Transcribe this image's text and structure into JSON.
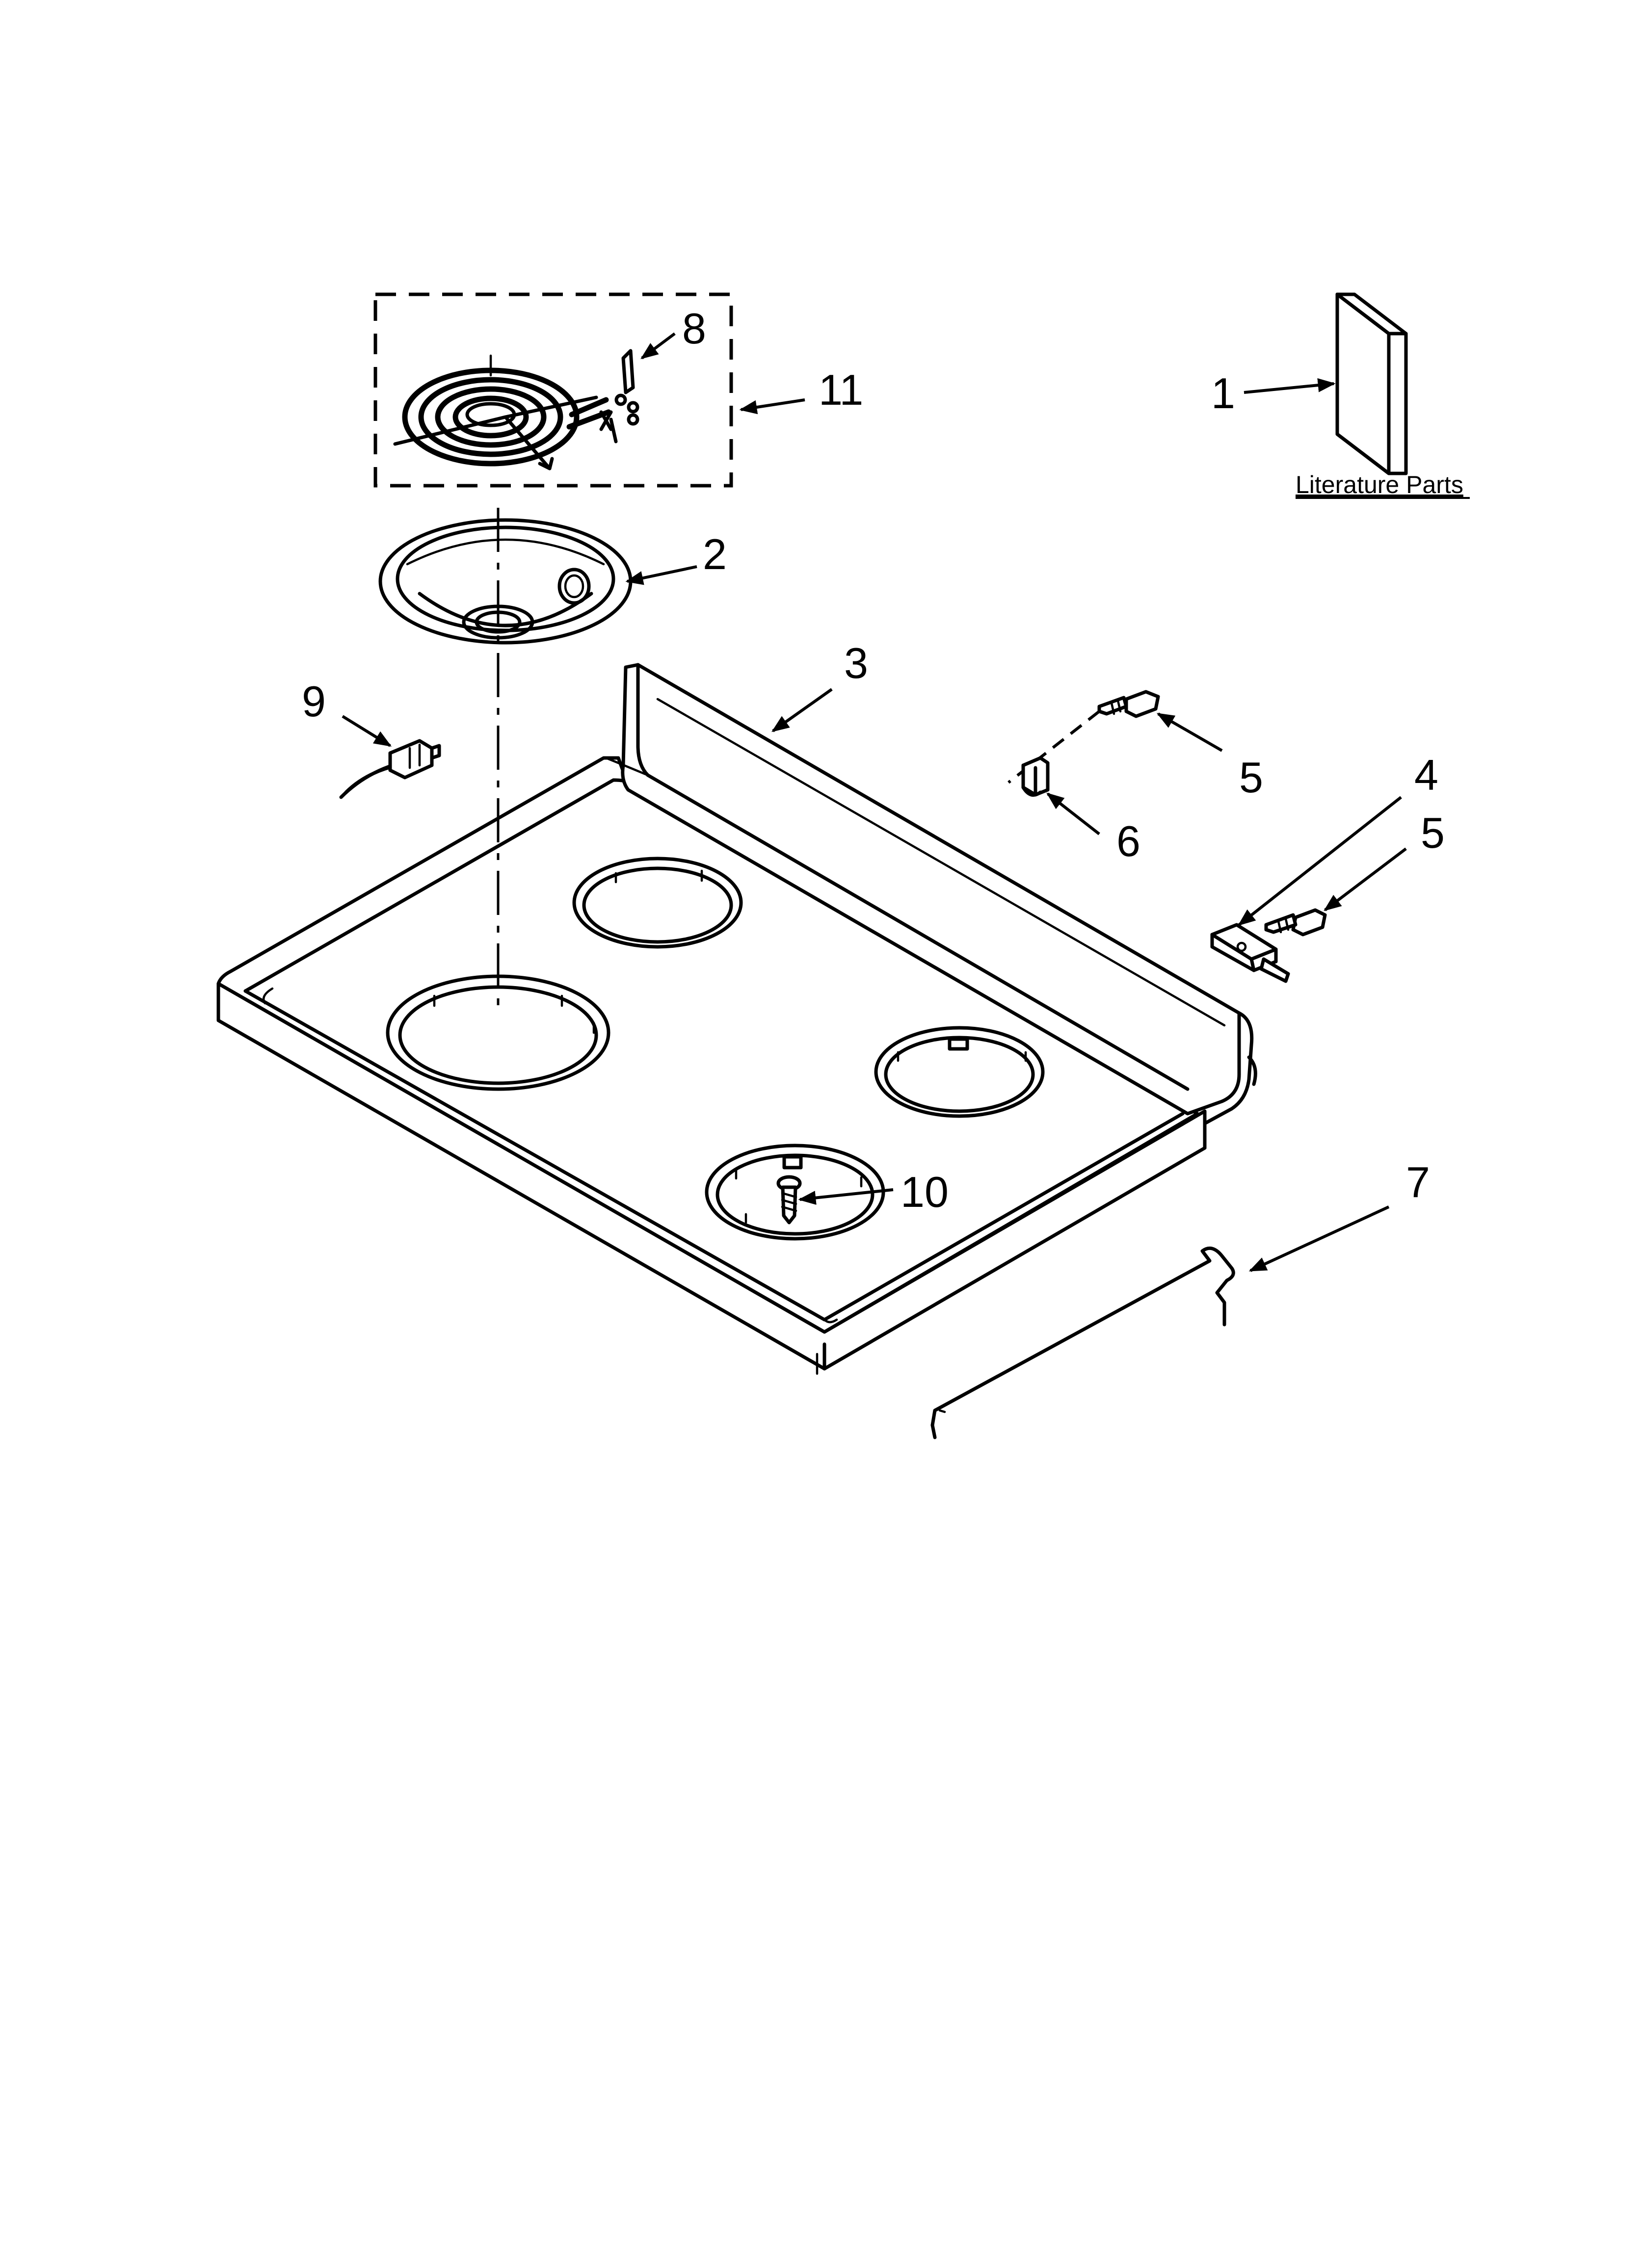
{
  "callouts": {
    "c1": "1",
    "c2": "2",
    "c3": "3",
    "c4": "4",
    "c5a": "5",
    "c5b": "5",
    "c6": "6",
    "c7": "7",
    "c8": "8",
    "c9": "9",
    "c10": "10",
    "c11": "11"
  },
  "literature": {
    "caption": "Literature Parts"
  }
}
